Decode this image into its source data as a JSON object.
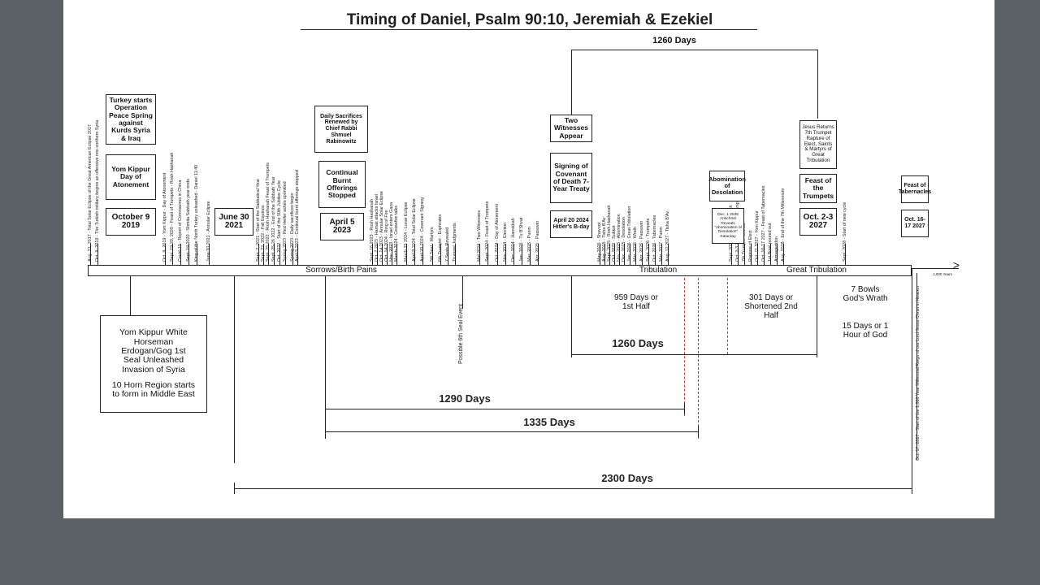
{
  "title": "Timing of Daniel, Psalm 90:10, Jeremiah & Ezekiel",
  "top_span": "1260 Days",
  "timeline": {
    "segments": [
      "Sorrows/Birth Pains",
      "Tribulation",
      "Great Tribulation"
    ],
    "end_label": "1,000 Years"
  },
  "boxes": {
    "turkey": "Turkey starts Operation Peace Spring against Kurds Syria & Iraq",
    "yom_kippur": "Yom Kippur Day of Atonement",
    "oct2019": "October 9 2019",
    "june2021": "June 30 2021",
    "daily_sacrifices": "Daily Sacrifices Renewed by Chief Rabbi Shmuel Rabinowitz",
    "continual": "Continual Burnt Offerings Stopped",
    "apr2023": "April 5 2023",
    "two_witnesses": "Two Witnesses Appear",
    "signing": "Signing of Covenant of Death 7-Year Treaty",
    "apr2024": "April 20 2024 Hitler's B-day",
    "abomination": "Abomination of Desolation",
    "small_box": "Dec. 1 2025 Antichrist Reveals \"Abomination of Desolation\" Saturday",
    "jesus_returns": "Jesus Returns 7th Trumpet Rapture of Elect, Saints & Martyrs of Great Tribulation",
    "feast_trumpets": "Feast of the Trumpets",
    "oct2027": "Oct. 2-3 2027",
    "feast_tabernacles": "Feast of Tabernacles",
    "oct2027b": "Oct. 16-17 2027"
  },
  "notes": {
    "yom_white": "Yom Kippur White Horseman Erdogan/Gog 1st Seal Unleashed Invasion of Syria",
    "ten_horn": "10 Horn Region starts to form in Middle East",
    "sixth_seal": "Possible 6th Seal Event",
    "first_half": "959 Days or 1st Half",
    "second_half": "301 Days or Shortened 2nd Half",
    "bowls": "7 Bowls God's Wrath",
    "fifteen": "15 Days or 1 Hour of God",
    "end_vertical": "Oct. 17, 2027 - Start of the 1,000 Year Millennial Reign of our Lord Jesus Christ in Heaven"
  },
  "spans": {
    "d1260": "1260 Days",
    "d1290": "1290 Days",
    "d1335": "1335 Days",
    "d2300": "2300 Days"
  },
  "event_labels": [
    "Aug. 21, 2017 - Total Solar Eclipse of the Great American Eclipse 2017",
    "Oct. 9, 2019 - The Turkish military begins an offensive into northern Syria",
    "Oct. 9, 2019 - Yom Kippur - Day of Atonement",
    "Sept. 19-20, 2020 - Feast of Trumpets - Rosh Hashanah",
    "Covid-19 - Report of Coronavirus in China",
    "Sept. 19 2020 - Shmita Sabbath year ends",
    "King of the North Turkey unleashed - Daniel 11:40",
    "June 10 2021 - Annular Eclipse",
    "Sept. 7, 2021 - Start of the Sabbatical Year",
    "Sept. 22, 2022 - Fall Equinox",
    "Sept. 25 2022 - Rosh Hashanah Feast of Trumpets",
    "Sept. 25-26 2022 - End of the Sabbath Year",
    "Oct. 2022 - Start of the 50th Jubilee Cycle",
    "Spring 2023 - Red Heifer ashes sprinkled",
    "Spring 2023 - Daily sacrifices begin",
    "April 5 2023 - Continual burnt offerings stopped",
    "Sept. 16 2023 - Rosh Hashanah",
    "Oct. 7 2023 - Hamas attacks Israel",
    "Oct. 14 2023 - Annular Solar Eclipse",
    "Oct. 14 2024 - Ring of Fire",
    "Nov. 2023 - Israel enters Gaza",
    "March 2024 - Ceasefire talks",
    "March 25 2024 - Lunar Eclipse",
    "April 8 2024 - Total Solar Eclipse",
    "April 20 2024 - Covenant Signing",
    "5th Seal - Martyrs",
    "6th Trumpet - Euphrates",
    "7 Seals Revealed",
    "Trumpet Judgments",
    "Mid 2024 - Two Witnesses",
    "Sept. 2024 - Feast of Trumpets",
    "Oct. 2024 - Day of Atonement",
    "Nov. 2024 - Election",
    "Dec. 2024 - Hanukkah",
    "Jan. 2025 - Tu B'Shvat",
    "Mar. 2025 - Purim",
    "Apr. 2025 - Passover",
    "May 2025 - Shavuot",
    "Aug. 2025 - Tisha B'Av",
    "Sept. 2025 - Rosh Hashanah",
    "Oct. 2025 - Sukkot",
    "Nov. 2025 - Abomination",
    "Dec. 2025 - Desolation",
    "Jan. 2026 - Great Tribulation",
    "Mar. 2026 - Wrath",
    "Apr. 2026 - Passover",
    "Sept. 2026 - Trumpets",
    "Oct. 2026 - Tabernacles",
    "Mar. 2027 - Purim",
    "Aug. 12 2027 - Tisha B'Av",
    "Sept. 2027 - Rosh Hashanah",
    "Oct. 2-3 2027 - Feast of Trumpets",
    "7th Trumpet sounds",
    "Rapture of Elect",
    "Oct. 11 2027 - Yom Kippur",
    "Oct. 16-17 2027 - Feast of Tabernacles",
    "1st Bowl poured out",
    "Armageddon",
    "Aug. 2028 - End of the 7th Millennium",
    "Sept. 2028 - Start of new cycle"
  ]
}
